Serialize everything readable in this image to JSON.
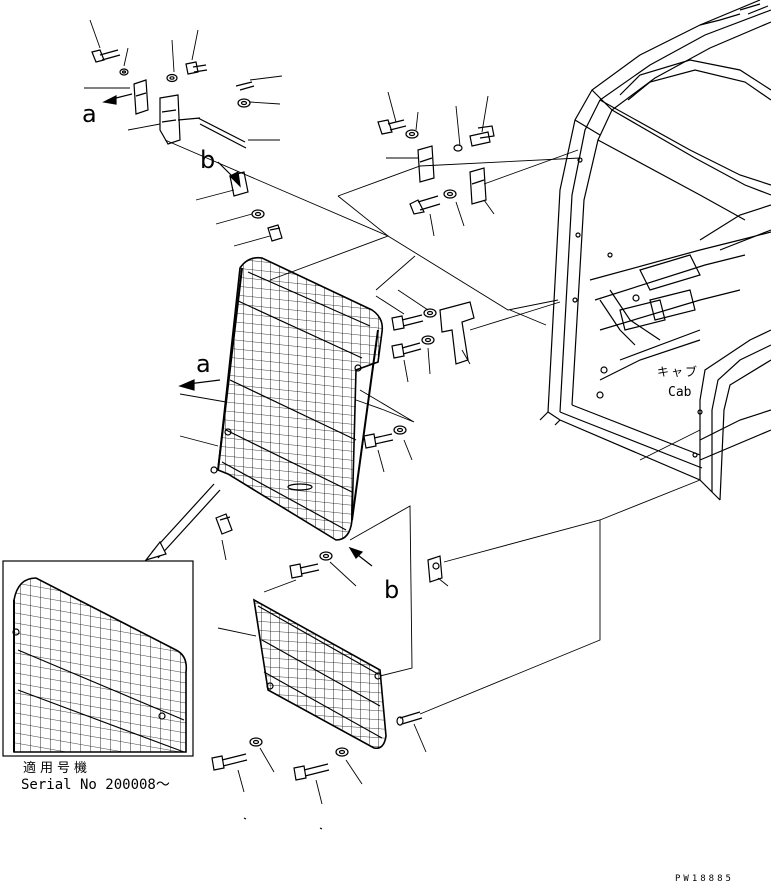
{
  "labels": {
    "view_a_top": "a",
    "view_b_top": "b",
    "view_a_guard": "a",
    "view_b_guard": "b",
    "cab_jp": "キャブ",
    "cab_en": "Cab",
    "serial_jp": "適用号機",
    "serial_en": "Serial No 200008～",
    "figure_id": "PW18885"
  },
  "colors": {
    "line": "#000000",
    "background": "#ffffff"
  }
}
